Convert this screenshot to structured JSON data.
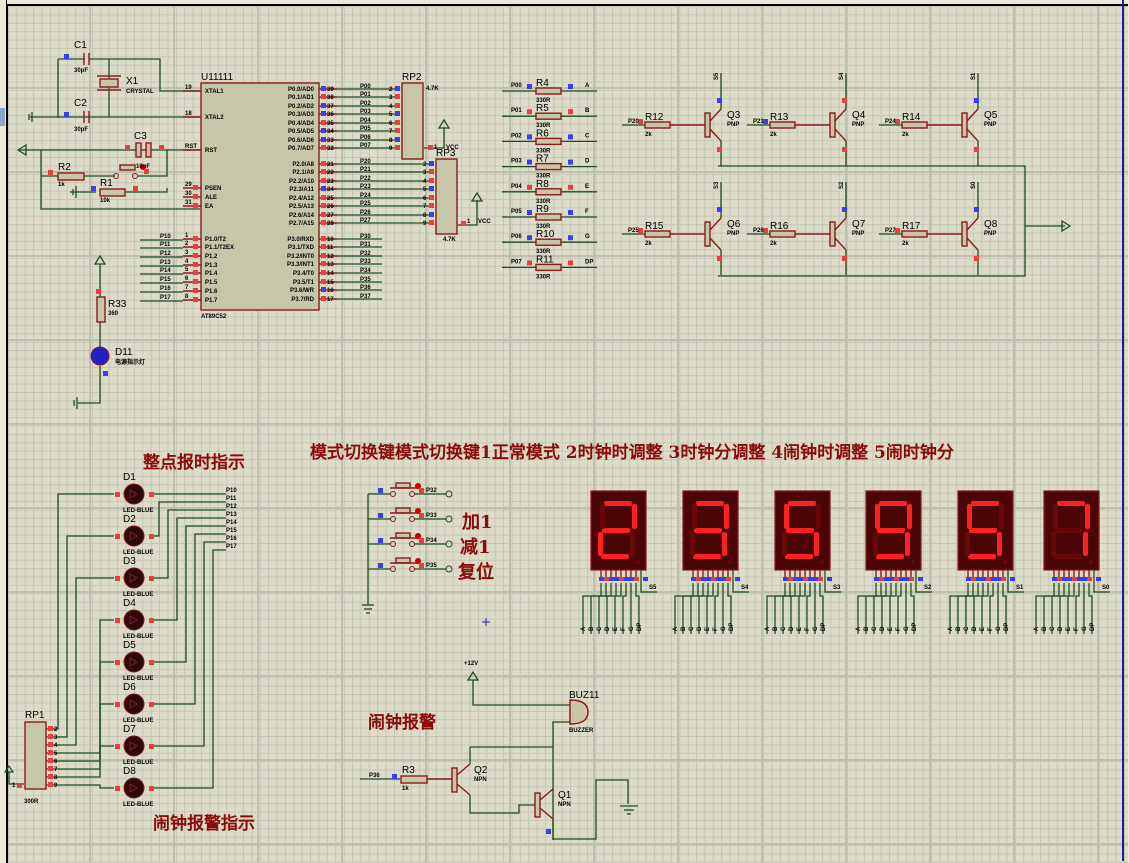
{
  "schematic": {
    "mcu": {
      "ref": "U11111",
      "part": "AT89C52",
      "left_pins": [
        {
          "num": "19",
          "name": "XTAL1"
        },
        {
          "num": "18",
          "name": "XTAL2"
        },
        {
          "num": "RST",
          "name": "RST"
        },
        {
          "num": "29",
          "name": "PSEN"
        },
        {
          "num": "30",
          "name": "ALE"
        },
        {
          "num": "31",
          "name": "EA"
        },
        {
          "num": "1",
          "name": "P1.0/T2",
          "net": "P10"
        },
        {
          "num": "2",
          "name": "P1.1/T2EX",
          "net": "P11"
        },
        {
          "num": "3",
          "name": "P1.2",
          "net": "P12"
        },
        {
          "num": "4",
          "name": "P1.3",
          "net": "P13"
        },
        {
          "num": "5",
          "name": "P1.4",
          "net": "P14"
        },
        {
          "num": "6",
          "name": "P1.5",
          "net": "P15"
        },
        {
          "num": "7",
          "name": "P1.6",
          "net": "P16"
        },
        {
          "num": "8",
          "name": "P1.7",
          "net": "P17"
        }
      ],
      "right_pins": [
        {
          "num": "39",
          "name": "P0.0/AD0",
          "net": "P00"
        },
        {
          "num": "38",
          "name": "P0.1/AD1",
          "net": "P01"
        },
        {
          "num": "37",
          "name": "P0.2/AD2",
          "net": "P02"
        },
        {
          "num": "36",
          "name": "P0.3/AD3",
          "net": "P03"
        },
        {
          "num": "35",
          "name": "P0.4/AD4",
          "net": "P04"
        },
        {
          "num": "34",
          "name": "P0.5/AD5",
          "net": "P05"
        },
        {
          "num": "33",
          "name": "P0.6/AD6",
          "net": "P06"
        },
        {
          "num": "32",
          "name": "P0.7/AD7",
          "net": "P07"
        },
        {
          "num": "21",
          "name": "P2.0/A8",
          "net": "P20"
        },
        {
          "num": "22",
          "name": "P2.1/A9",
          "net": "P21"
        },
        {
          "num": "23",
          "name": "P2.2/A10",
          "net": "P22"
        },
        {
          "num": "24",
          "name": "P2.3/A11",
          "net": "P23"
        },
        {
          "num": "25",
          "name": "P2.4/A12",
          "net": "P24"
        },
        {
          "num": "26",
          "name": "P2.5/A13",
          "net": "P25"
        },
        {
          "num": "27",
          "name": "P2.6/A14",
          "net": "P26"
        },
        {
          "num": "28",
          "name": "P2.7/A15",
          "net": "P27"
        },
        {
          "num": "10",
          "name": "P3.0/RXD",
          "net": "P30"
        },
        {
          "num": "11",
          "name": "P3.1/TXD",
          "net": "P31"
        },
        {
          "num": "12",
          "name": "P3.2/INT0",
          "net": "P32"
        },
        {
          "num": "13",
          "name": "P3.3/INT1",
          "net": "P33"
        },
        {
          "num": "14",
          "name": "P3.4/T0",
          "net": "P34"
        },
        {
          "num": "15",
          "name": "P3.5/T1",
          "net": "P35"
        },
        {
          "num": "16",
          "name": "P3.6/WR",
          "net": "P36"
        },
        {
          "num": "17",
          "name": "P3.7/RD",
          "net": "P37"
        }
      ]
    },
    "clock": {
      "c1": {
        "ref": "C1",
        "value": "30pF"
      },
      "c2": {
        "ref": "C2",
        "value": "30pF"
      },
      "x1": {
        "ref": "X1",
        "value": "CRYSTAL"
      },
      "c3": {
        "ref": "C3",
        "value": "10uF"
      },
      "r1": {
        "ref": "R1",
        "value": "10k"
      },
      "r2": {
        "ref": "R2",
        "value": "1k"
      }
    },
    "power_led": {
      "r_ref": "R33",
      "r_value": "360",
      "d_ref": "D11",
      "d_value": "电源指示灯"
    },
    "rp2": {
      "ref": "RP2",
      "value": "4.7K",
      "pin1": "1",
      "vcc": "VCC",
      "pins": [
        "2",
        "3",
        "4",
        "5",
        "6",
        "7",
        "8",
        "9"
      ]
    },
    "rp3": {
      "ref": "RP3",
      "value": "4.7K",
      "pin1": "1",
      "vcc": "VCC",
      "pins": [
        "2",
        "3",
        "4",
        "5",
        "6",
        "7",
        "8",
        "9"
      ]
    },
    "segment_resistors": [
      {
        "ref": "R4",
        "value": "330R",
        "in": "P00",
        "out": "A"
      },
      {
        "ref": "R5",
        "value": "330R",
        "in": "P01",
        "out": "B"
      },
      {
        "ref": "R6",
        "value": "330R",
        "in": "P02",
        "out": "C"
      },
      {
        "ref": "R7",
        "value": "330R",
        "in": "P03",
        "out": "D"
      },
      {
        "ref": "R8",
        "value": "330R",
        "in": "P04",
        "out": "E"
      },
      {
        "ref": "R9",
        "value": "330R",
        "in": "P05",
        "out": "F"
      },
      {
        "ref": "R10",
        "value": "330R",
        "in": "P06",
        "out": "G"
      },
      {
        "ref": "R11",
        "value": "330R",
        "in": "P07",
        "out": "DP"
      }
    ],
    "drivers": [
      {
        "r_ref": "R12",
        "r_value": "2k",
        "net": "P20",
        "q_ref": "Q3",
        "q_type": "PNP",
        "out": "S5"
      },
      {
        "r_ref": "R13",
        "r_value": "2k",
        "net": "P21",
        "q_ref": "Q4",
        "q_type": "PNP",
        "out": "S4"
      },
      {
        "r_ref": "R14",
        "r_value": "2k",
        "net": "P24",
        "q_ref": "Q5",
        "q_type": "PNP",
        "out": "S1"
      },
      {
        "r_ref": "R15",
        "r_value": "2k",
        "net": "P25",
        "q_ref": "Q6",
        "q_type": "PNP",
        "out": "S3"
      },
      {
        "r_ref": "R16",
        "r_value": "2k",
        "net": "P26",
        "q_ref": "Q7",
        "q_type": "PNP",
        "out": "S2"
      },
      {
        "r_ref": "R17",
        "r_value": "2k",
        "net": "P27",
        "q_ref": "Q8",
        "q_type": "PNP",
        "out": "S0"
      }
    ],
    "mode_title": "模式切换键模式切换键1正常模式 2时钟时调整 3时钟分调整 4闹钟时调整 5闹时钟分",
    "buttons": [
      {
        "net": "P32",
        "label": ""
      },
      {
        "net": "P33",
        "label": "加1"
      },
      {
        "net": "P34",
        "label": "减1"
      },
      {
        "net": "P35",
        "label": "复位"
      }
    ],
    "displays": [
      {
        "digit": "2",
        "select": "S5"
      },
      {
        "digit": "3",
        "select": "S4"
      },
      {
        "digit": "5",
        "select": "S3"
      },
      {
        "digit": "9",
        "select": "S2"
      },
      {
        "digit": "5",
        "select": "S1"
      },
      {
        "digit": "7",
        "select": "S0"
      }
    ],
    "display_pin_labels": [
      "A",
      "B",
      "C",
      "D",
      "E",
      "F",
      "G",
      "DP"
    ],
    "hour_chime_title": "整点报时指示",
    "alarm_led_title": "闹钟报警指示",
    "leds": [
      {
        "ref": "D1",
        "value": "LED-BLUE"
      },
      {
        "ref": "D2",
        "value": "LED-BLUE"
      },
      {
        "ref": "D3",
        "value": "LED-BLUE"
      },
      {
        "ref": "D4",
        "value": "LED-BLUE"
      },
      {
        "ref": "D5",
        "value": "LED-BLUE"
      },
      {
        "ref": "D6",
        "value": "LED-BLUE"
      },
      {
        "ref": "D7",
        "value": "LED-BLUE"
      },
      {
        "ref": "D8",
        "value": "LED-BLUE"
      }
    ],
    "led_nets": [
      "P10",
      "P11",
      "P12",
      "P13",
      "P14",
      "P15",
      "P16",
      "P17"
    ],
    "rp1": {
      "ref": "RP1",
      "value": "300R",
      "pin1": "1",
      "pins": [
        "2",
        "3",
        "4",
        "5",
        "6",
        "7",
        "8",
        "9"
      ]
    },
    "alarm": {
      "title": "闹钟报警",
      "supply": "+12V",
      "buzzer_ref": "BUZ11",
      "buzzer_value": "BUZZER",
      "r_ref": "R3",
      "r_value": "1k",
      "net": "P36",
      "q2_ref": "Q2",
      "q2_type": "NPN",
      "q1_ref": "Q1",
      "q1_type": "NPN"
    }
  },
  "colors": {
    "sheet": "#dcdcc8",
    "wire": "#1e4e1e",
    "component": "#8b1a1a",
    "pin_high": "#e84040",
    "pin_low": "#3c3cf0",
    "segment_on": "#ff2020",
    "annotation": "#8b0a0a"
  }
}
